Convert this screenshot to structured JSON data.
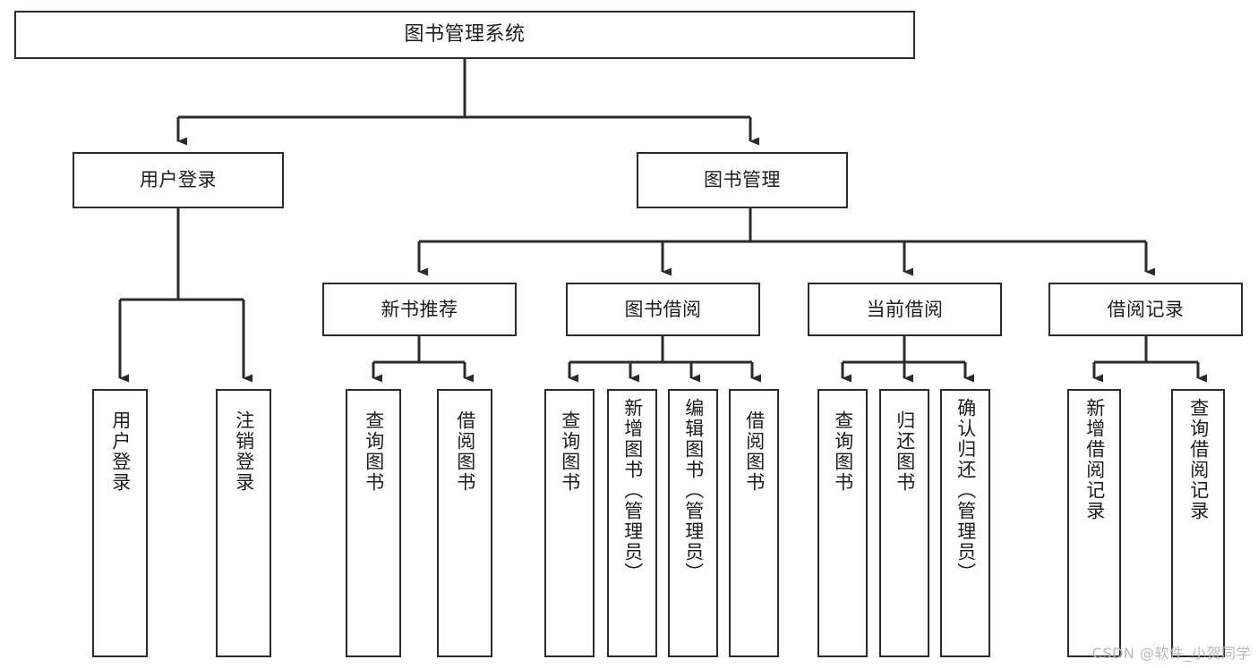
{
  "diagram": {
    "title": "图书管理系统",
    "type": "functional-structure-tree",
    "watermark": "CSDN @软件_小贺同学",
    "colors": {
      "background": "#ffffff",
      "box_border": "#2b2b2b",
      "connector": "#2b2b2b",
      "text": "#1d1d1d",
      "watermark": "#b9b9b9"
    },
    "levels": {
      "root": {
        "label": "图书管理系统"
      },
      "level2": [
        {
          "label": "用户登录"
        },
        {
          "label": "图书管理"
        }
      ],
      "level3": [
        {
          "label": "新书推荐"
        },
        {
          "label": "图书借阅"
        },
        {
          "label": "当前借阅"
        },
        {
          "label": "借阅记录"
        }
      ],
      "leaves": {
        "user_login": [
          {
            "label": "用户登录"
          },
          {
            "label": "注销登录"
          }
        ],
        "new_book_recommend": [
          {
            "label": "查询图书"
          },
          {
            "label": "借阅图书"
          }
        ],
        "book_borrow": [
          {
            "label": "查询图书"
          },
          {
            "label": "新增图书（管理员）"
          },
          {
            "label": "编辑图书（管理员）"
          },
          {
            "label": "借阅图书"
          }
        ],
        "current_borrow": [
          {
            "label": "查询图书"
          },
          {
            "label": "归还图书"
          },
          {
            "label": "确认归还（管理员）"
          }
        ],
        "borrow_record": [
          {
            "label": "新增借阅记录"
          },
          {
            "label": "查询借阅记录"
          }
        ]
      }
    }
  }
}
